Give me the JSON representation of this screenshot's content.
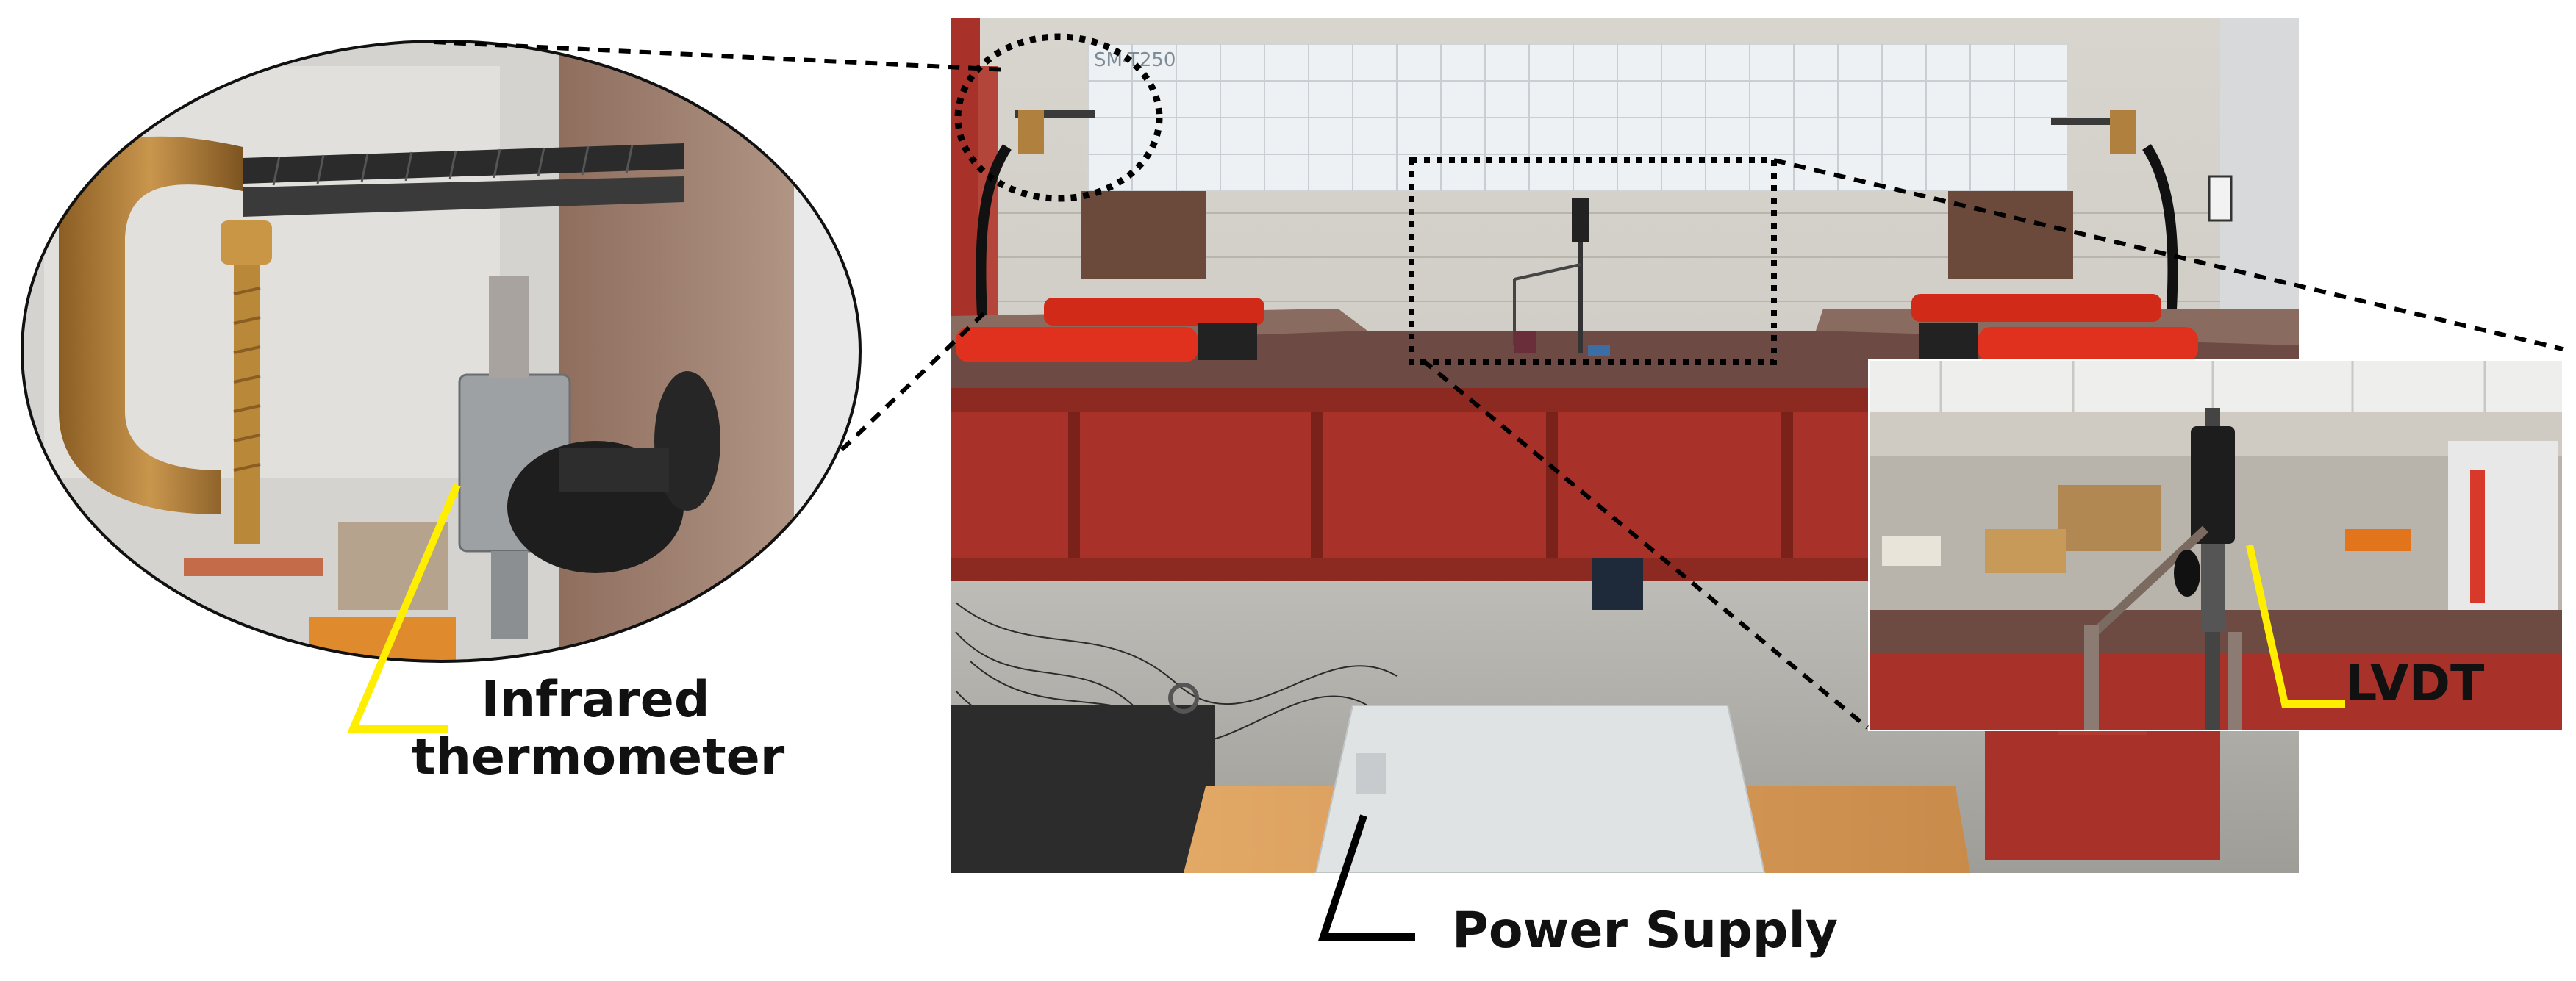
{
  "labels": {
    "infrared_line1": "Infrared",
    "infrared_line2": "thermometer",
    "lvdt": "LVDT",
    "power_supply": "Power Supply",
    "wall_marking": "SM-T250"
  },
  "colors": {
    "pointer_yellow": "#ffee00",
    "pointer_black": "#000000",
    "frame_red": "#a8322a",
    "jack_red": "#e0311f",
    "wall_gray": "#cfccc5",
    "panel_white": "#eef1f3",
    "power_box": "#dfe3e4",
    "wood": "#d99b57",
    "clamp_bronze": "#b0803e"
  },
  "icons": {
    "zoom_ellipse": "dotted-ellipse-icon",
    "zoom_rect": "dotted-rectangle-icon"
  }
}
